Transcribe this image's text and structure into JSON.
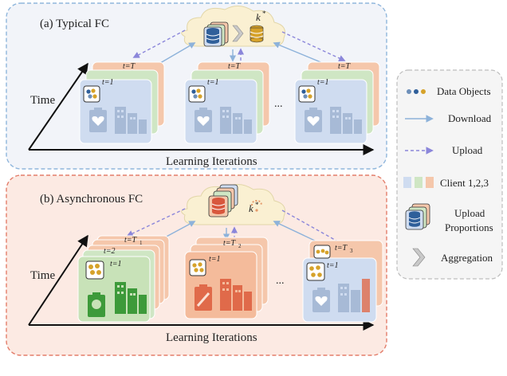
{
  "panels": {
    "a": {
      "title": "(a) Typical FC",
      "x_axis": "Learning Iterations",
      "y_axis": "Time",
      "cloud_label": "k",
      "cloud_sup": "*",
      "dots": "...",
      "clients": [
        {
          "top_label": "t=T",
          "front_label": "t=1"
        },
        {
          "top_label": "t=T",
          "front_label": "t=1"
        },
        {
          "top_label": "t=T",
          "front_label": "t=1"
        }
      ]
    },
    "b": {
      "title": "(b) Asynchronous FC",
      "x_axis": "Learning Iterations",
      "y_axis": "Time",
      "cloud_label": "k",
      "cloud_sup": "*",
      "dots": "...",
      "clients": [
        {
          "top_label": "t=T",
          "top_sub": "1",
          "mid_label": "t=2",
          "front_label": "t=1"
        },
        {
          "top_label": "t=T",
          "top_sub": "2",
          "front_label": "t=1"
        },
        {
          "top_label": "t=T",
          "top_sub": "3",
          "front_label": "t=1"
        }
      ]
    }
  },
  "legend": {
    "data_objects": "Data Objects",
    "download": "Download",
    "upload": "Upload",
    "clients": "Client 1,2,3",
    "upload_proportions_1": "Upload",
    "upload_proportions_2": "Proportions",
    "aggregation": "Aggregation"
  },
  "colors": {
    "client1": "#cfdcf0",
    "client2": "#cfe6c4",
    "client3": "#f5c7ab",
    "panel_a_bg": "#f2f4f9",
    "panel_a_border": "#8fb6dc",
    "panel_b_bg": "#fceae3",
    "panel_b_border": "#e37d6a",
    "download": "#8db2da",
    "upload": "#8b86da",
    "cloud": "#faf0d2",
    "db_blue": "#2f5f9a",
    "db_red": "#d8573d",
    "db_gold": "#d6a22a"
  }
}
